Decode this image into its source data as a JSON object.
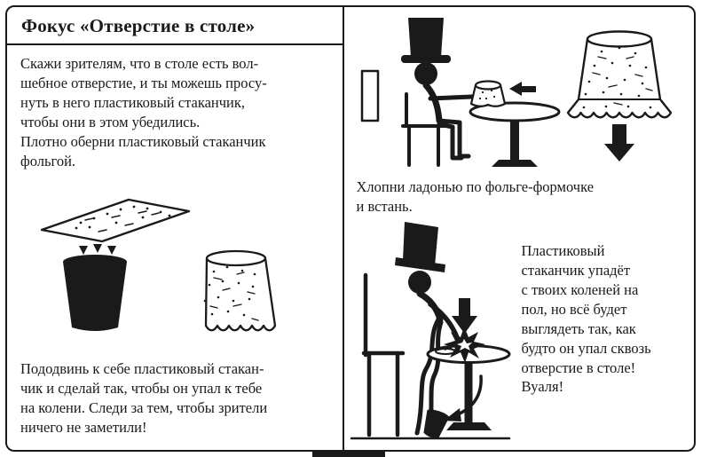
{
  "colors": {
    "ink": "#1a1a1a",
    "paper": "#ffffff"
  },
  "title": "Фокус «Отверстие в столе»",
  "left_panel": {
    "intro_lines": [
      "Скажи зрителям, что в столе есть вол-",
      "шебное отверстие, и ты можешь просу-",
      "нуть в него пластиковый стаканчик,",
      "чтобы они в этом убедились.",
      "Плотно оберни пластиковый стаканчик",
      "фольгой."
    ],
    "instruction_lines": [
      "Пододвинь к себе пластиковый стакан-",
      "чик и сделай так, чтобы он упал к тебе",
      "на колени. Следи за тем, чтобы зрители",
      "ничего не заметили!"
    ]
  },
  "right_panel": {
    "caption_lines": [
      "Хлопни  ладонью  по  фольге-формочке",
      "и встань."
    ],
    "result_lines": [
      "Пластиковый",
      "стаканчик упадёт",
      "с твоих коленей на",
      "пол, но всё будет",
      "выглядеть так, как",
      "будто он упал сквозь",
      "отверстие в столе!",
      "Вуаля!"
    ]
  },
  "illustrations": {
    "setup": "table-top-arrows-plastic-cup-and-foil-cup",
    "pull_cup": "magician-at-table-with-cup-and-left-arrow-plus-foil-shell-with-down-arrow",
    "slam": "magician-slamming-foil-on-table-cup-falling-to-floor"
  }
}
